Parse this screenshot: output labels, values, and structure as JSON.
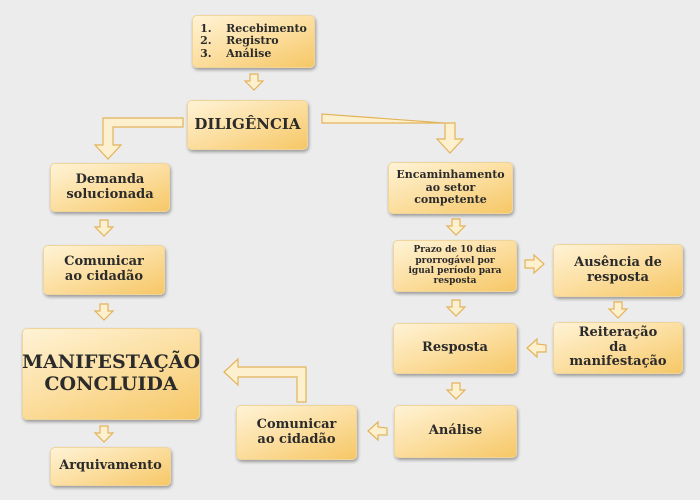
{
  "nodes": {
    "intake": {
      "items": [
        "Recebimento",
        "Registro",
        "Análise"
      ],
      "numbers": [
        "1.",
        "2.",
        "3."
      ]
    },
    "diligencia": "DILIGÊNCIA",
    "demanda": "Demanda solucionada",
    "encaminhamento": "Encaminhamento ao setor competente",
    "comunicar_left": "Comunicar ao cidadão",
    "prazo": "Prazo de 10 dias prorrogável por igual período para resposta",
    "ausencia": "Ausência de resposta",
    "concluida": "MANIFESTAÇÃO CONCLUIDA",
    "resposta": "Resposta",
    "reiteracao": "Reiteração da manifestação",
    "comunicar_bottom": "Comunicar ao cidadão",
    "analise": "Análise",
    "arquivamento": "Arquivamento"
  },
  "colors": {
    "background": "#ececec",
    "box_light": "#fff3d6",
    "box_dark": "#f6c766",
    "arrow_stroke": "#e3b35a"
  }
}
